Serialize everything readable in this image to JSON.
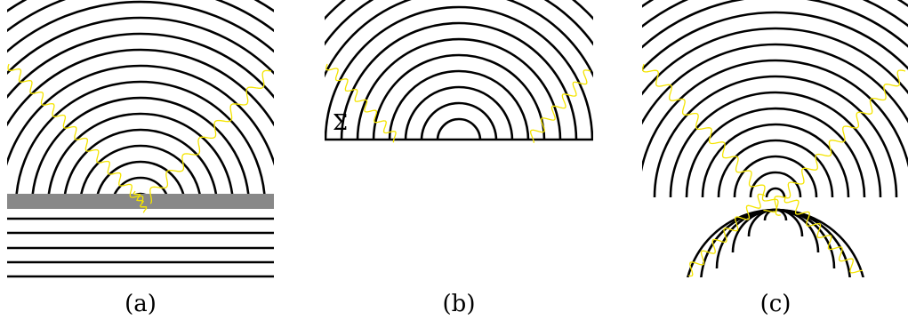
{
  "panels": [
    {
      "id": "a",
      "caption": "(a)"
    },
    {
      "id": "b",
      "caption": "(b)",
      "surface_label": "Σ"
    },
    {
      "id": "c",
      "caption": "(c)"
    }
  ],
  "colors": {
    "wave": "#000000",
    "slab": "#888888",
    "ray": "#f4e400"
  }
}
